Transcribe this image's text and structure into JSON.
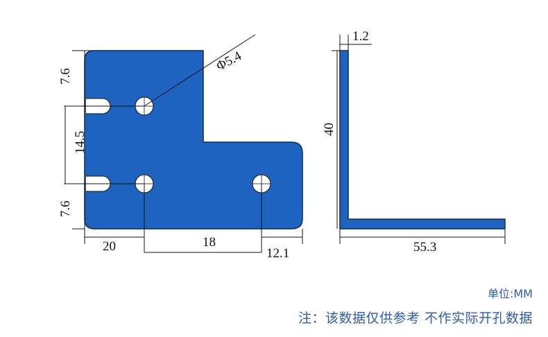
{
  "diagram": {
    "colors": {
      "part_fill": "#1f63c0",
      "part_stroke": "#0d2b55",
      "line": "#111111",
      "note_text": "#2a5db0"
    },
    "labels": {
      "hole_diameter": "Φ5.4",
      "top_offset": "7.6",
      "hole_spacing_vertical": "14.5",
      "bottom_offset": "7.6",
      "left_offset": "20",
      "hole_spacing_horizontal": "18",
      "right_offset": "12.1",
      "thickness": "1.2",
      "height": "40",
      "length": "55.3"
    }
  },
  "notes": {
    "unit": "单位:MM",
    "disclaimer": "注：该数据仅供参考 不作实际开孔数据"
  }
}
